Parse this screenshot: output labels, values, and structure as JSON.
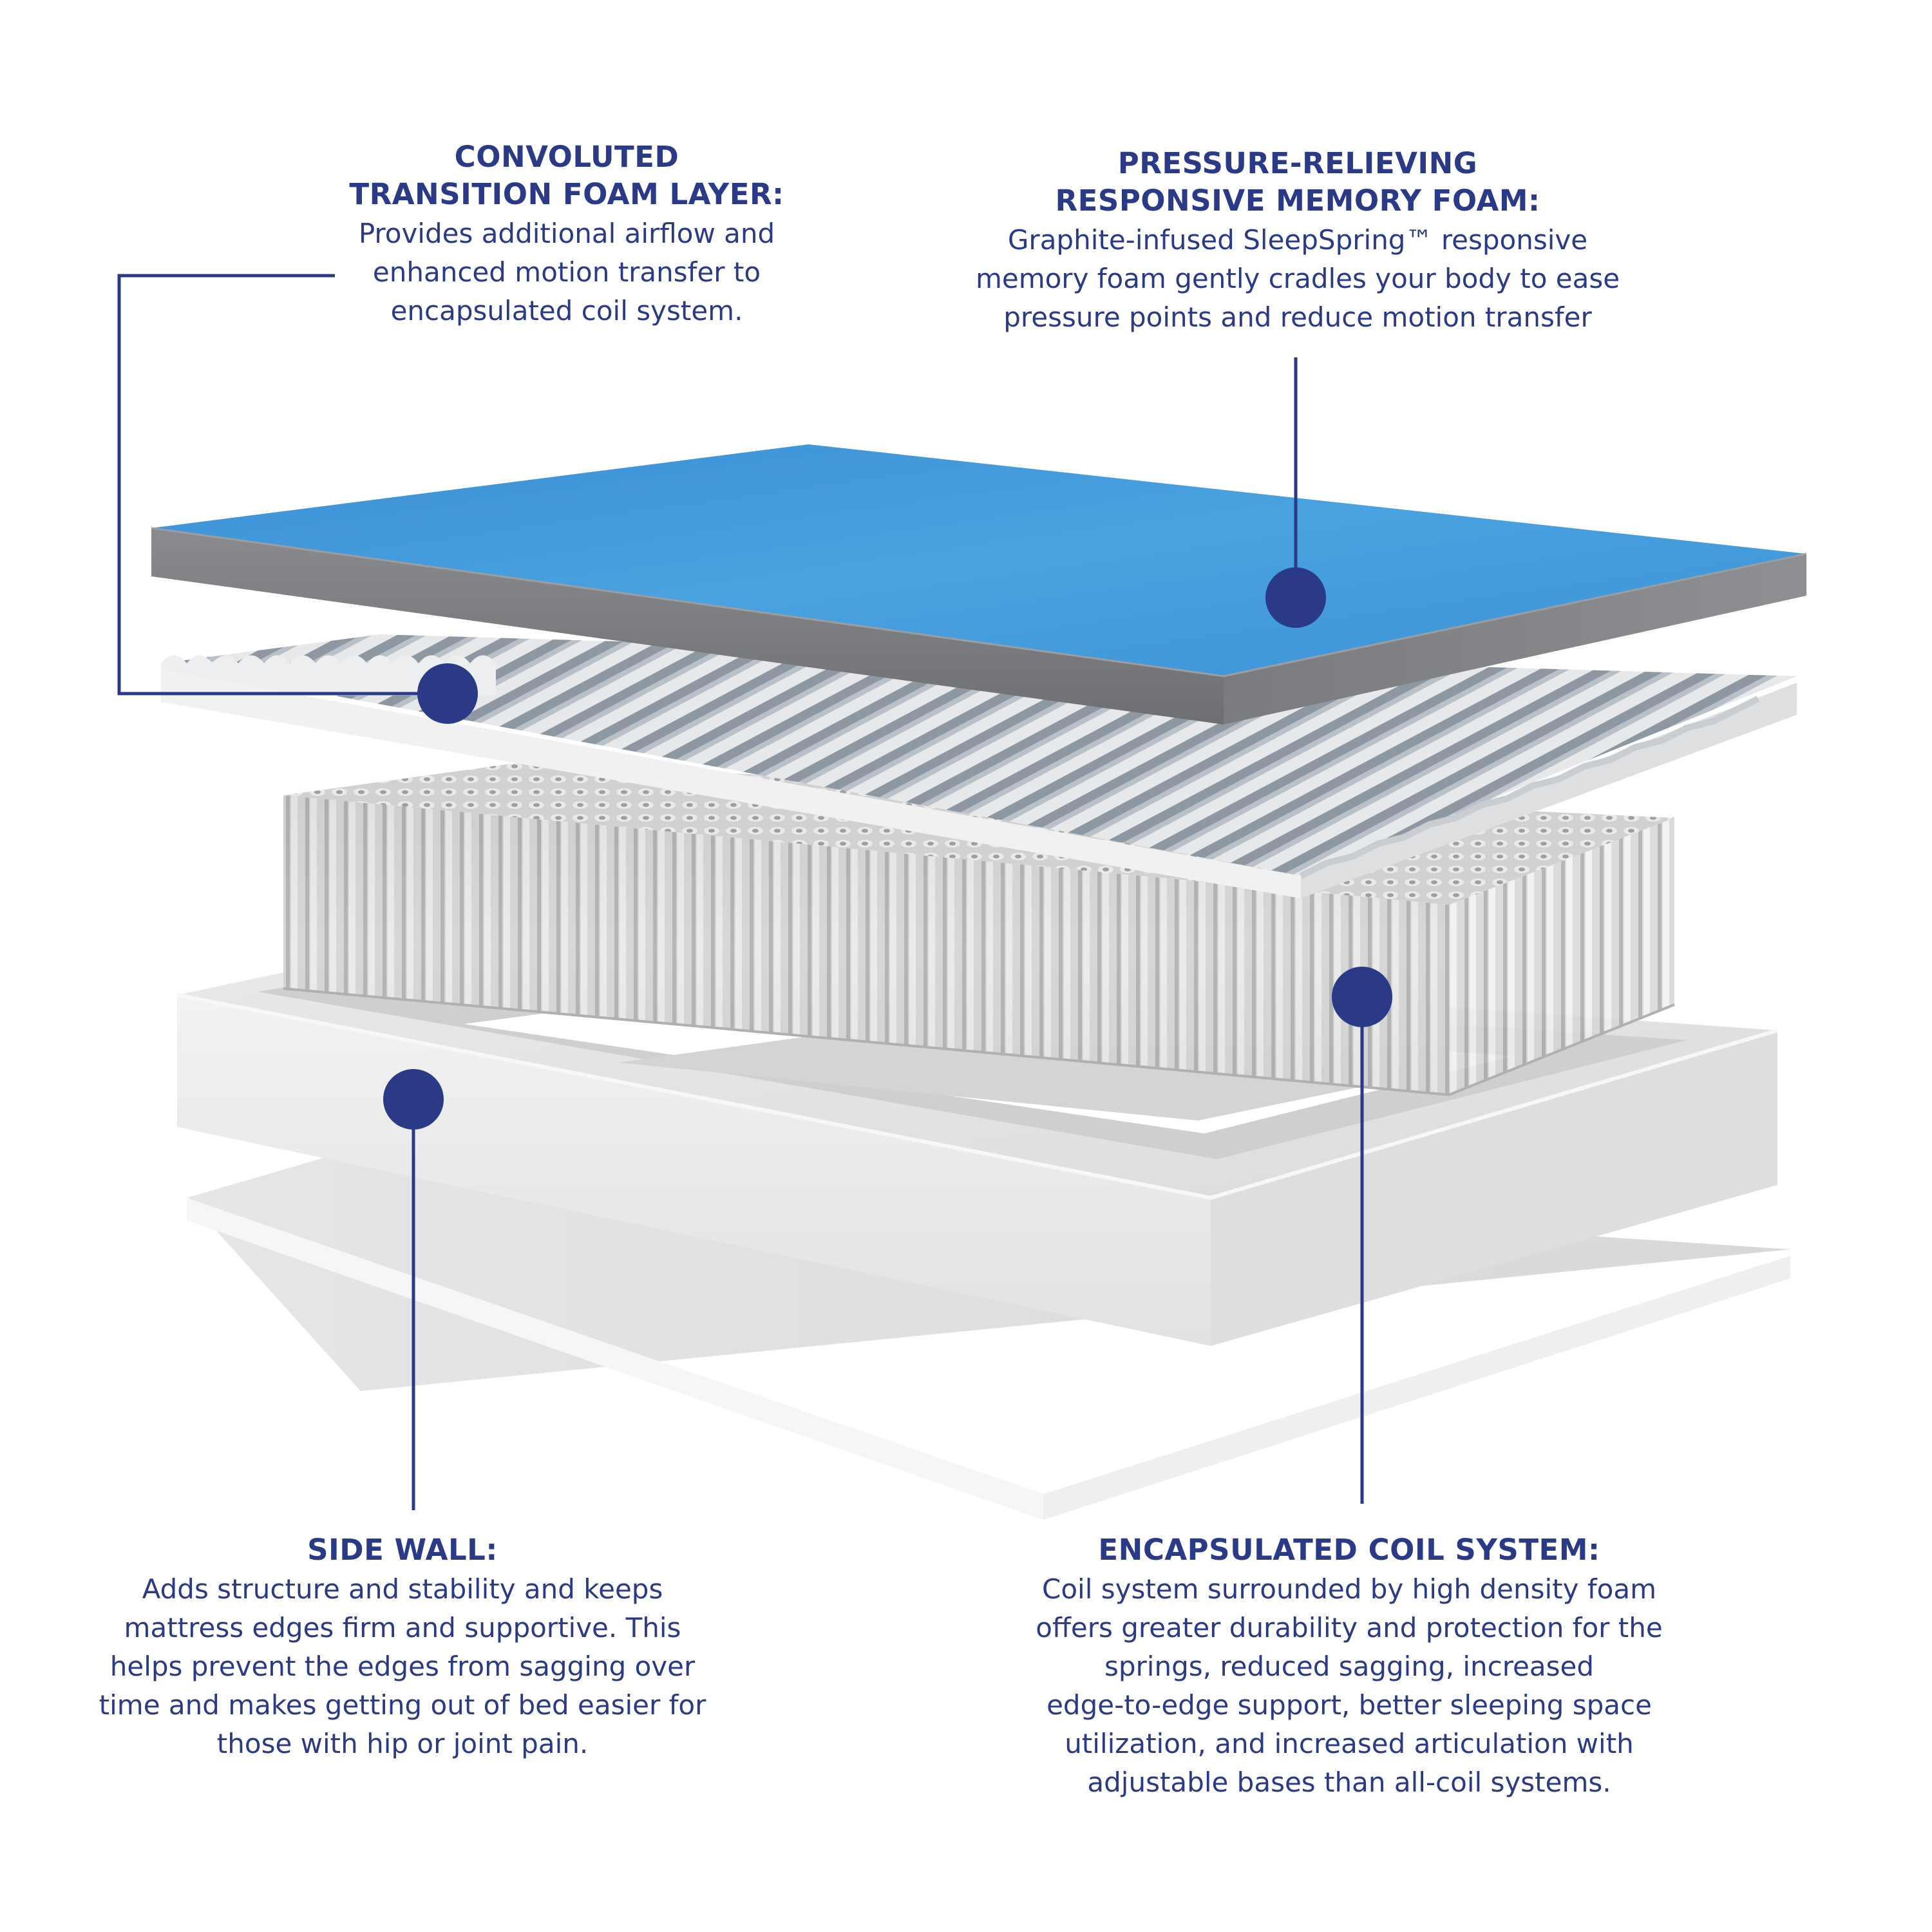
{
  "colors": {
    "accent": "#2a3a86",
    "memory_foam_top": "#3d9ad6",
    "memory_foam_side": "#808184"
  },
  "callouts": {
    "convoluted": {
      "title_lines": [
        "CONVOLUTED",
        "TRANSITION FOAM LAYER:"
      ],
      "body_lines": [
        "Provides additional airflow and",
        "enhanced motion transfer to",
        "encapsulated coil system."
      ]
    },
    "memory_foam": {
      "title_lines": [
        "PRESSURE-RELIEVING",
        "RESPONSIVE MEMORY FOAM:"
      ],
      "body_lines": [
        "Graphite-infused SleepSpring™ responsive",
        "memory foam gently cradles your body to ease",
        "pressure points and reduce motion transfer"
      ]
    },
    "side_wall": {
      "title_lines": [
        "SIDE WALL:"
      ],
      "body_lines": [
        "Adds structure and stability and keeps",
        "mattress edges firm and supportive. This",
        "helps prevent the edges from sagging over",
        "time and makes getting out of bed easier for",
        "those with hip or joint pain."
      ]
    },
    "coil_system": {
      "title_lines": [
        "ENCAPSULATED COIL SYSTEM:"
      ],
      "body_lines": [
        "Coil system surrounded by high density foam",
        "offers greater durability and protection for the",
        "springs, reduced sagging, increased",
        "edge-to-edge support, better sleeping space",
        "utilization, and increased articulation with",
        "adjustable bases than all-coil systems."
      ]
    }
  }
}
